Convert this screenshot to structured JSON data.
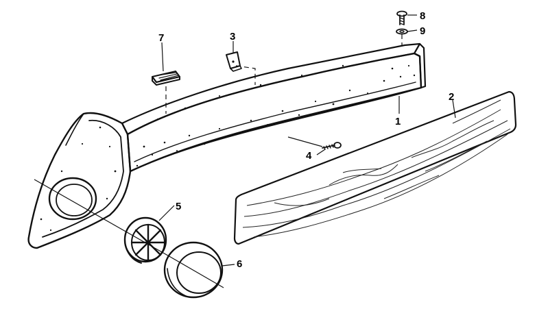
{
  "callouts": [
    {
      "id": "1",
      "label": "1"
    },
    {
      "id": "2",
      "label": "2"
    },
    {
      "id": "3",
      "label": "3"
    },
    {
      "id": "4",
      "label": "4"
    },
    {
      "id": "5",
      "label": "5"
    },
    {
      "id": "6",
      "label": "6"
    },
    {
      "id": "7",
      "label": "7"
    },
    {
      "id": "8",
      "label": "8"
    },
    {
      "id": "9",
      "label": "9"
    }
  ],
  "colors": {
    "ink": "#111111",
    "background": "#ffffff"
  }
}
